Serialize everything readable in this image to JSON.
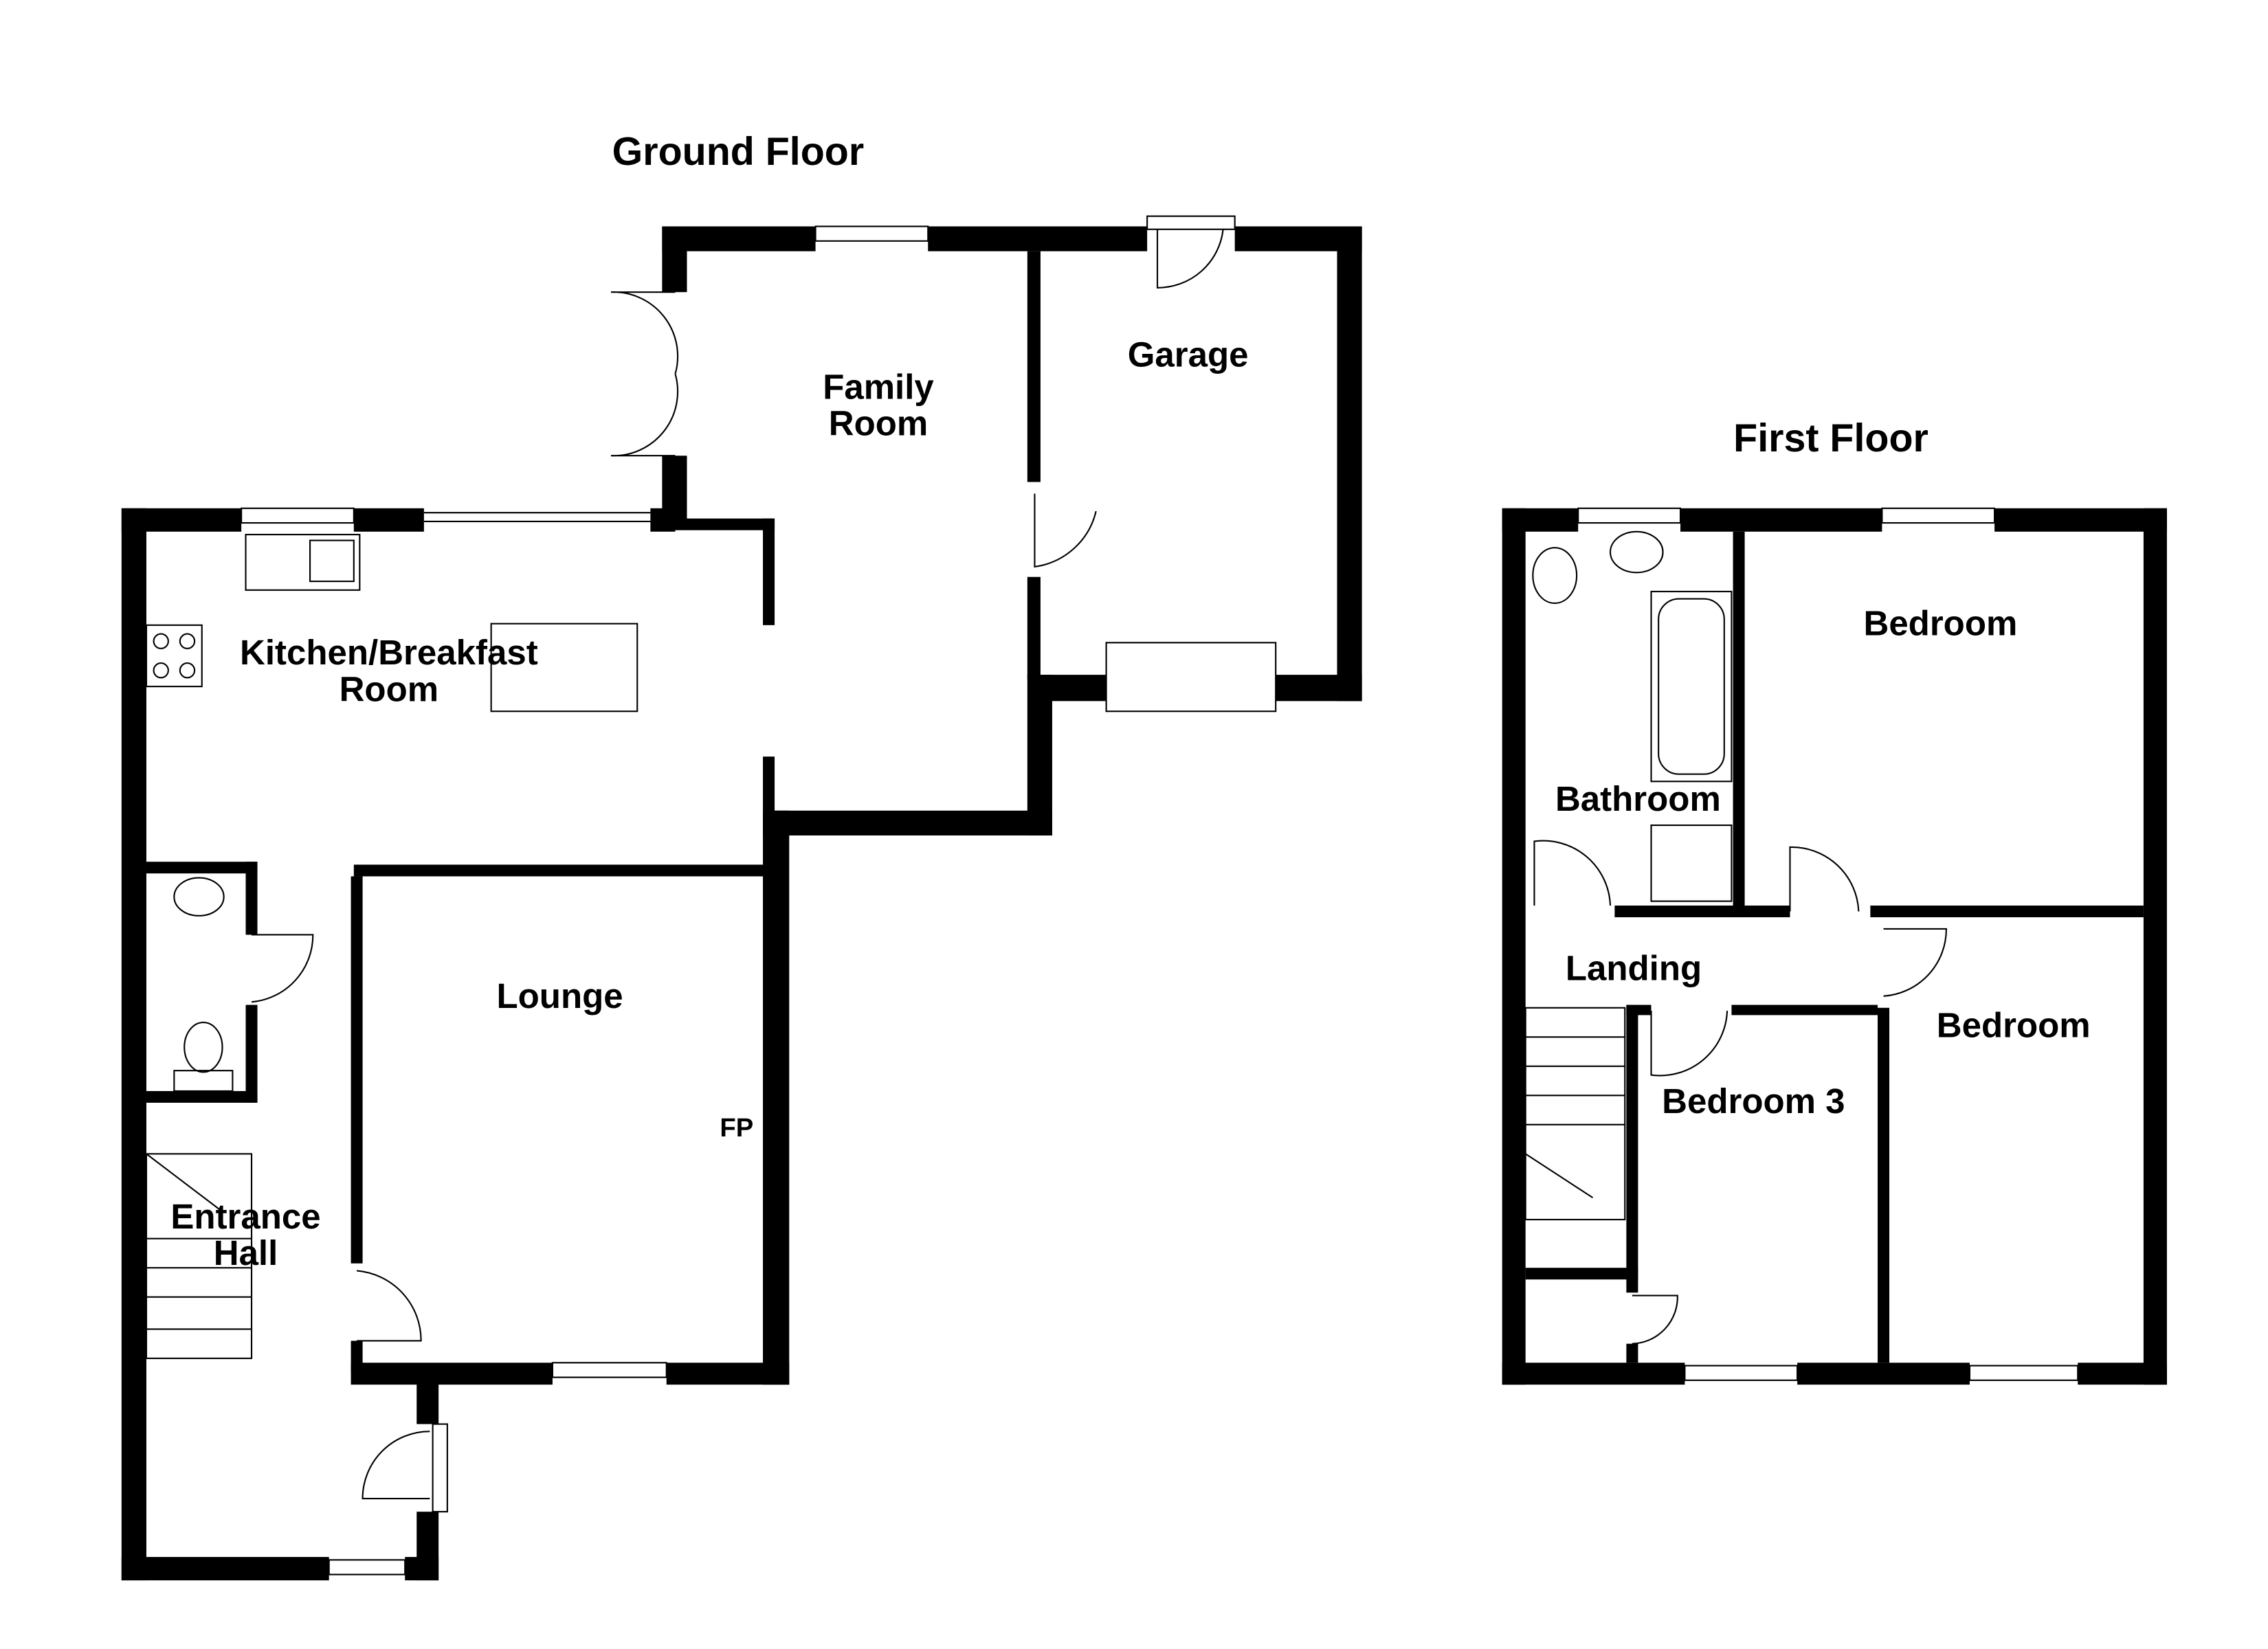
{
  "ground_floor": {
    "title": "Ground Floor",
    "rooms": {
      "family_room": [
        "Family",
        "Room"
      ],
      "garage": "Garage",
      "kitchen": [
        "Kitchen/Breakfast",
        "Room"
      ],
      "lounge": "Lounge",
      "fireplace": "FP",
      "entrance_hall": [
        "Entrance",
        "Hall"
      ]
    }
  },
  "first_floor": {
    "title": "First Floor",
    "rooms": {
      "bathroom": "Bathroom",
      "bedroom_top": "Bedroom",
      "bedroom_right": "Bedroom",
      "landing": "Landing",
      "bedroom_3": "Bedroom 3"
    }
  }
}
